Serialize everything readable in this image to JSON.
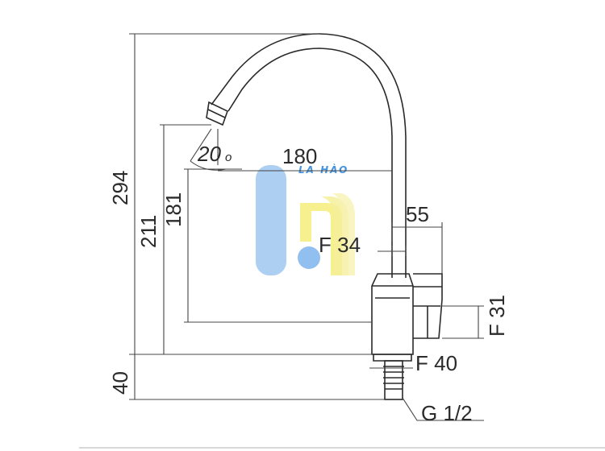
{
  "diagram": {
    "dimensions": {
      "total_height": "294",
      "spout_outlet_height": "211",
      "spout_lower_height": "181",
      "reach": "180",
      "body_depth": "55",
      "spout_dia": "F 34",
      "base_dia": "F 40",
      "handle_dia": "F 31",
      "shank_length": "40",
      "thread": "G 1/2"
    },
    "angle": {
      "value": "20",
      "unit": "o"
    },
    "watermark": {
      "brand": "LA HÀO"
    },
    "colors": {
      "line": "#2a2a2a",
      "watermark_blue": "#a9cdf1",
      "watermark_yellow": "#f6f08a",
      "brand_text": "#3d8fe0",
      "footer_rule": "#b0b0b0"
    }
  }
}
